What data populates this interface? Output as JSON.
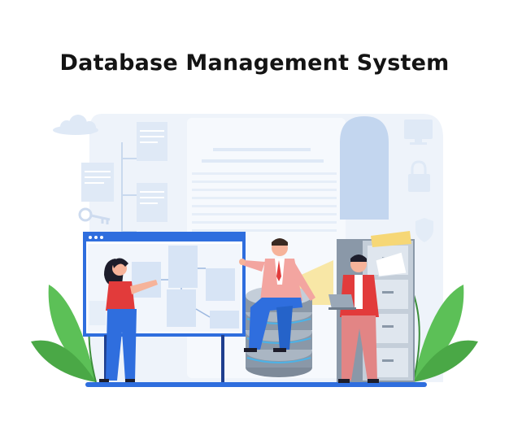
{
  "title": "Database Management System",
  "colors": {
    "background": "#ffffff",
    "title": "#141414",
    "pale_blue": "#dfe9f6",
    "mid_blue": "#bcd2ee",
    "accent_blue": "#2f6ede",
    "leaf_green": "#5cc057",
    "yellow": "#f6d776",
    "red_shirt": "#e23b3b",
    "pink_jacket": "#f3a5a0",
    "server_gray": "#8a98a8"
  },
  "illustration": {
    "background_icons": [
      "cloud-icon",
      "document-tree",
      "key-icon",
      "blueprint-document",
      "arch-window",
      "monitor-icon",
      "padlock-icon",
      "shield-icon"
    ],
    "characters": [
      "woman-pointing",
      "man-sitting-on-server",
      "man-with-laptop"
    ],
    "objects": [
      "diagram-board",
      "database-server-stack",
      "filing-cabinet",
      "plants"
    ]
  }
}
